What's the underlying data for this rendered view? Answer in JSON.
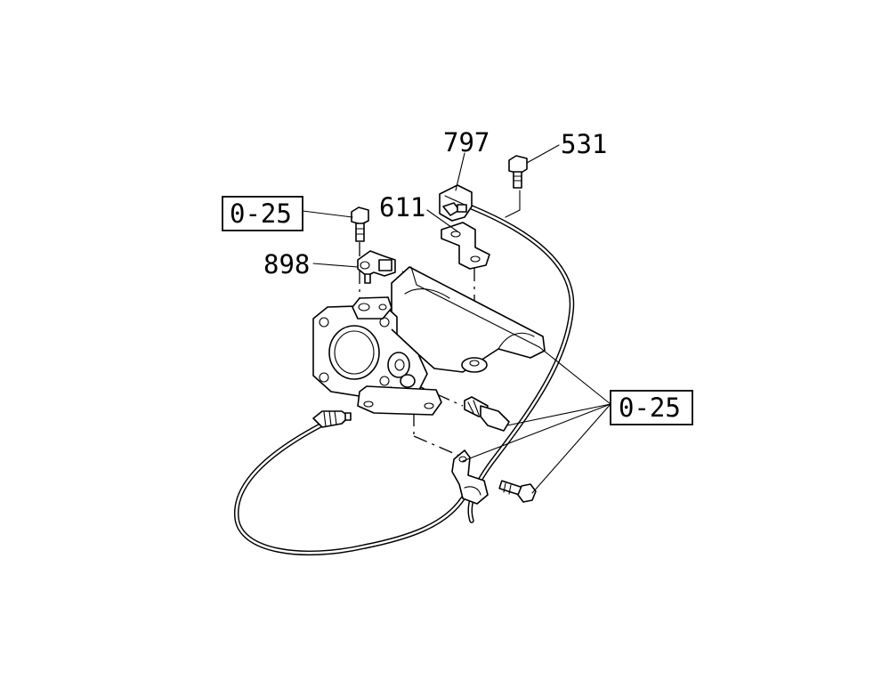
{
  "diagram": {
    "callouts": {
      "part_797": "797",
      "part_531": "531",
      "part_611": "611",
      "part_898": "898"
    },
    "references": {
      "ref_top": "0-25",
      "ref_right": "0-25"
    }
  }
}
